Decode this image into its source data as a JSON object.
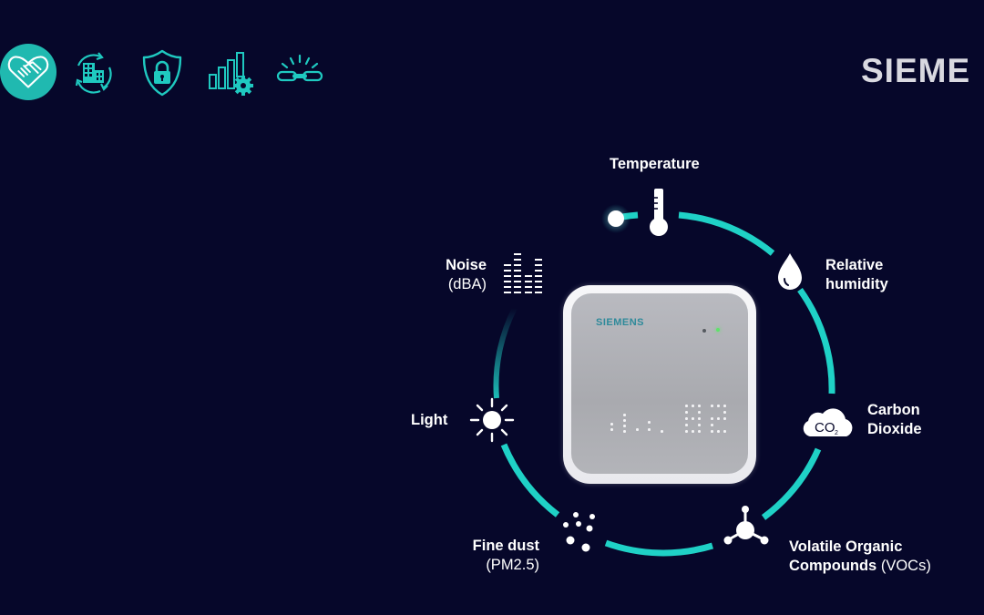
{
  "header": {
    "brand": "SIEME",
    "nav_icons": [
      {
        "name": "handshake-heart-icon",
        "active": true
      },
      {
        "name": "building-cycle-icon",
        "active": false
      },
      {
        "name": "shield-lock-icon",
        "active": false
      },
      {
        "name": "chart-gear-icon",
        "active": false
      },
      {
        "name": "link-chain-icon",
        "active": false
      }
    ]
  },
  "colors": {
    "background": "#06072a",
    "accent": "#1fd1c6",
    "accent_active_bg": "#20b9b0",
    "text": "#ffffff",
    "brand_text": "#d9d9e0"
  },
  "device": {
    "logo": "SIEMENS"
  },
  "sensors": [
    {
      "id": "temperature",
      "title": "Temperature",
      "icon": "thermometer-icon"
    },
    {
      "id": "humidity",
      "title_line1": "Relative",
      "title_line2": "humidity",
      "icon": "water-drop-icon"
    },
    {
      "id": "co2",
      "title_line1": "Carbon",
      "title_line2": "Dioxide",
      "icon": "co2-cloud-icon",
      "icon_text": "CO",
      "icon_sub": "2"
    },
    {
      "id": "voc",
      "title_line1": "Volatile Organic",
      "title_line2": "Compounds",
      "title_suffix": "(VOCs)",
      "icon": "molecule-icon"
    },
    {
      "id": "pm",
      "title_line1": "Fine dust",
      "title_line2": "(PM2.5)",
      "icon": "dust-particles-icon"
    },
    {
      "id": "light",
      "title": "Light",
      "icon": "sun-icon"
    },
    {
      "id": "noise",
      "title_line1": "Noise",
      "title_line2": "(dBA)",
      "icon": "equalizer-icon"
    }
  ]
}
